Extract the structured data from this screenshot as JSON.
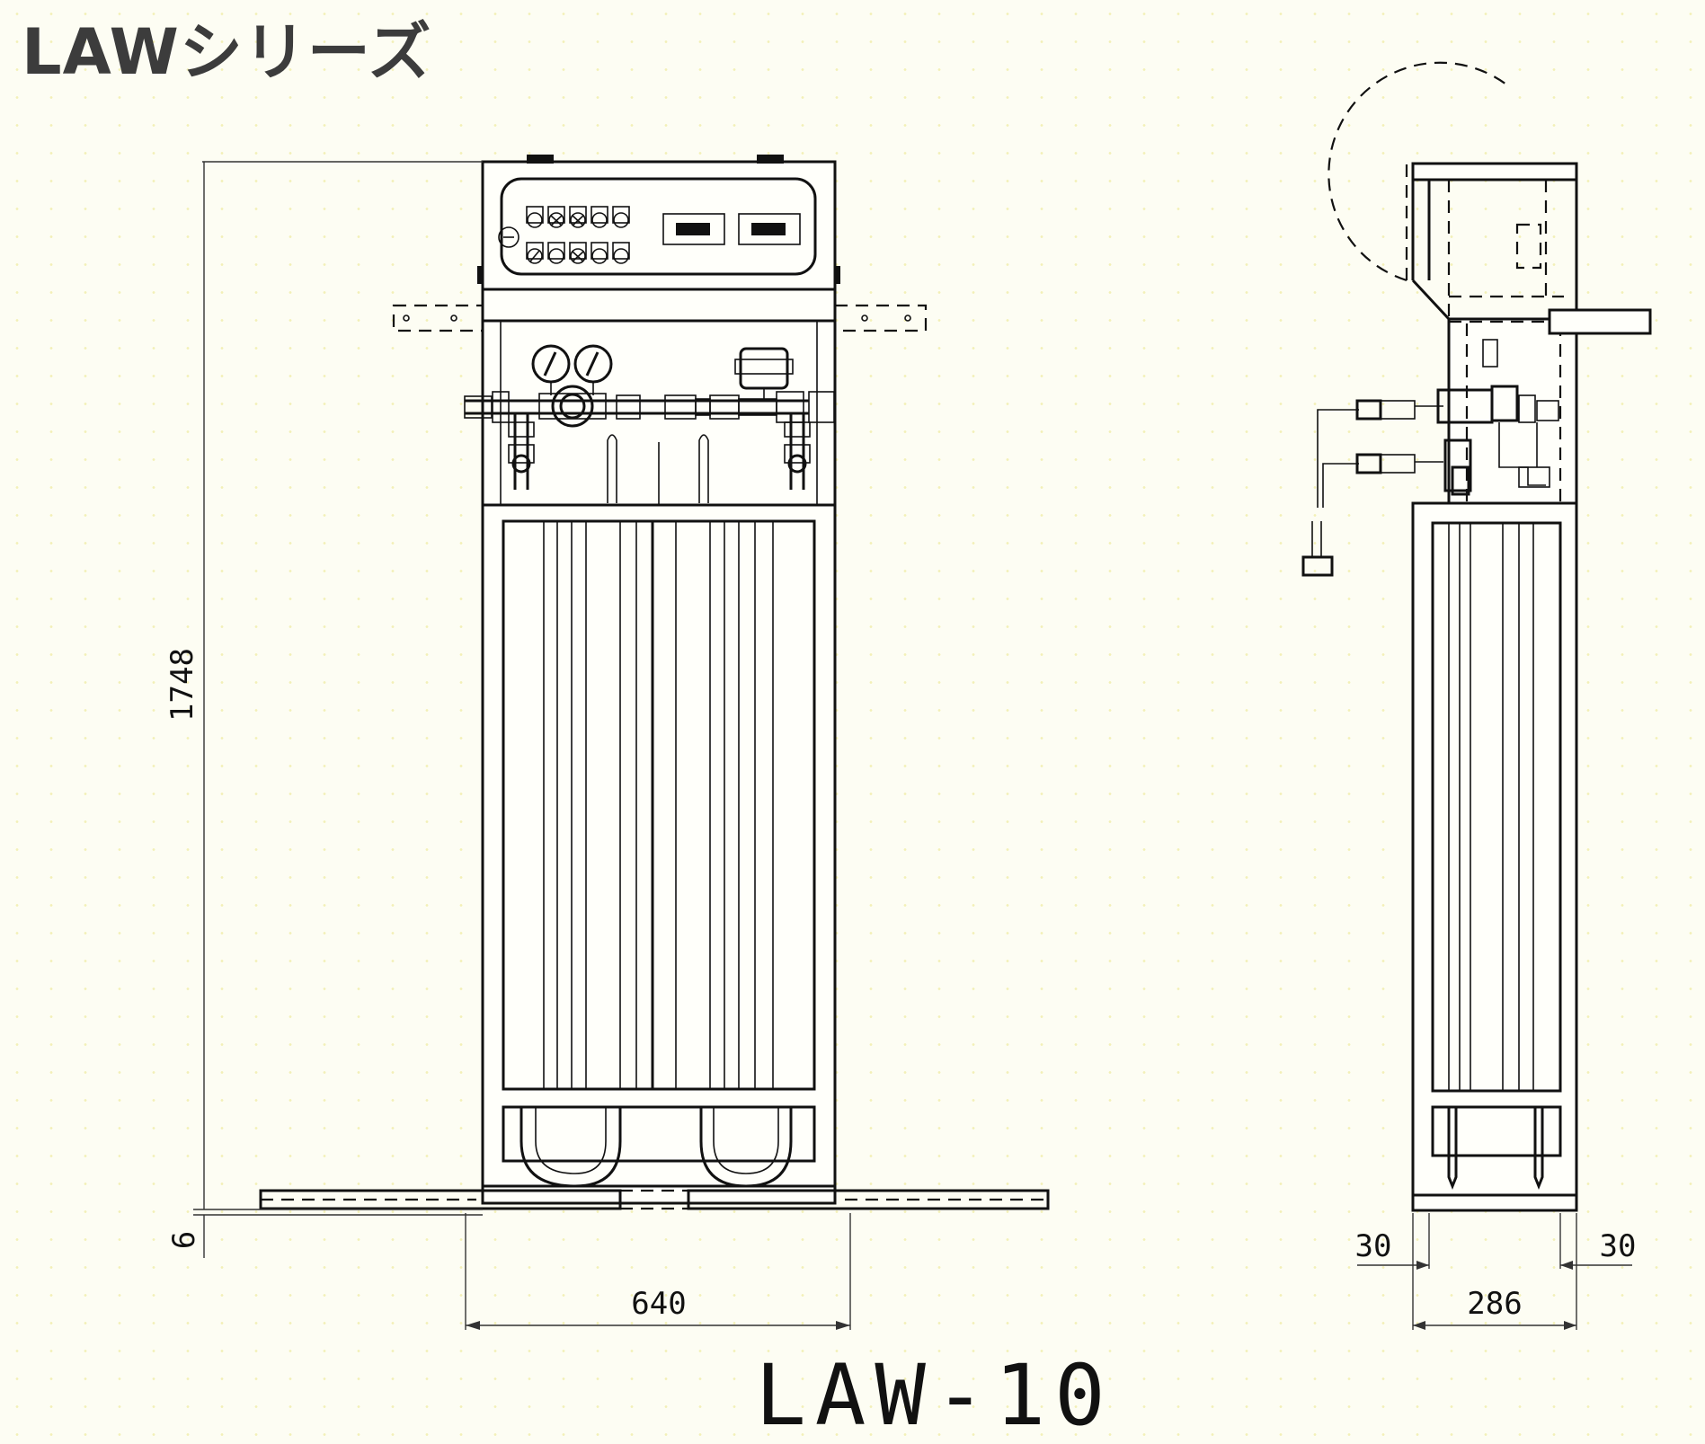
{
  "title": "LAWシリーズ",
  "model": "LAW-10",
  "dimensions": {
    "height": "1748",
    "base_offset": "6",
    "width_front": "640",
    "depth_side": "286",
    "side_left_margin": "30",
    "side_right_margin": "30"
  }
}
